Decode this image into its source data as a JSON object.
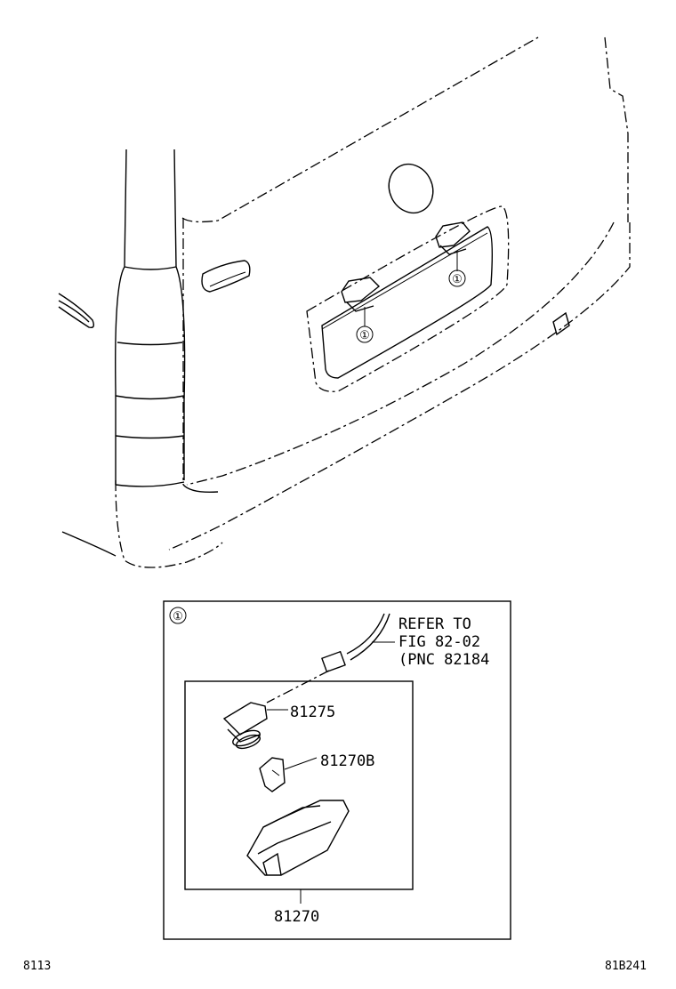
{
  "callout_symbol": "①",
  "refer_note": {
    "line1": "REFER TO",
    "line2": "FIG 82-02",
    "line3": "(PNC 82184"
  },
  "parts": {
    "socket": "81275",
    "bulb": "81270B",
    "lamp_assembly": "81270"
  },
  "footer": {
    "left_code": "8113",
    "right_code": "81B241"
  }
}
